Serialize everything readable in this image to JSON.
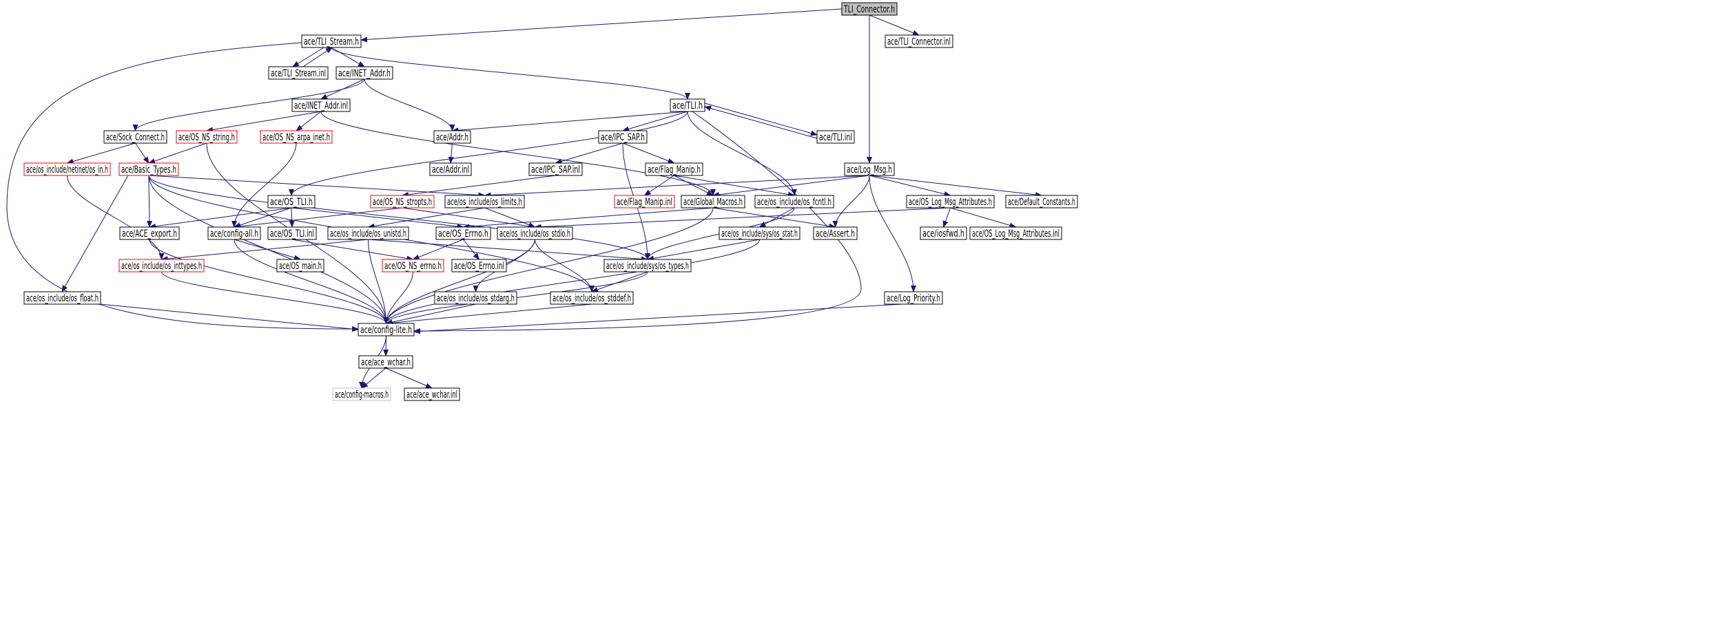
{
  "diagram": {
    "nodes": [
      {
        "id": "tli_connector_h",
        "label": "TLI_Connector.h",
        "style": "root"
      },
      {
        "id": "tli_stream_h",
        "label": "ace/TLI_Stream.h",
        "style": "normal"
      },
      {
        "id": "tli_connector_inl",
        "label": "ace/TLI_Connector.inl",
        "style": "normal"
      },
      {
        "id": "tli_stream_inl",
        "label": "ace/TLI_Stream.inl",
        "style": "normal"
      },
      {
        "id": "inet_addr_h",
        "label": "ace/INET_Addr.h",
        "style": "normal"
      },
      {
        "id": "inet_addr_inl",
        "label": "ace/INET_Addr.inl",
        "style": "normal"
      },
      {
        "id": "tli_h",
        "label": "ace/TLI.h",
        "style": "normal"
      },
      {
        "id": "sock_connect_h",
        "label": "ace/Sock_Connect.h",
        "style": "normal"
      },
      {
        "id": "os_ns_string_h",
        "label": "ace/OS_NS_string.h",
        "style": "truncated"
      },
      {
        "id": "os_ns_arpa_inet_h",
        "label": "ace/OS_NS_arpa_inet.h",
        "style": "truncated"
      },
      {
        "id": "addr_h",
        "label": "ace/Addr.h",
        "style": "normal"
      },
      {
        "id": "ipc_sap_h",
        "label": "ace/IPC_SAP.h",
        "style": "normal"
      },
      {
        "id": "tli_inl",
        "label": "ace/TLI.inl",
        "style": "normal"
      },
      {
        "id": "netinet_os_in_h",
        "label": "ace/os_include/netinet/os_in.h",
        "style": "truncated"
      },
      {
        "id": "basic_types_h",
        "label": "ace/Basic_Types.h",
        "style": "truncated"
      },
      {
        "id": "addr_inl",
        "label": "ace/Addr.inl",
        "style": "normal"
      },
      {
        "id": "ipc_sap_inl",
        "label": "ace/IPC_SAP.inl",
        "style": "normal"
      },
      {
        "id": "flag_manip_h",
        "label": "ace/Flag_Manip.h",
        "style": "normal"
      },
      {
        "id": "log_msg_h",
        "label": "ace/Log_Msg.h",
        "style": "normal"
      },
      {
        "id": "os_tli_h",
        "label": "ace/OS_TLI.h",
        "style": "normal"
      },
      {
        "id": "os_ns_stropts_h",
        "label": "ace/OS_NS_stropts.h",
        "style": "truncated"
      },
      {
        "id": "os_limits_h",
        "label": "ace/os_include/os_limits.h",
        "style": "normal"
      },
      {
        "id": "flag_manip_inl",
        "label": "ace/Flag_Manip.inl",
        "style": "truncated"
      },
      {
        "id": "global_macros_h",
        "label": "ace/Global_Macros.h",
        "style": "normal"
      },
      {
        "id": "os_fcntl_h",
        "label": "ace/os_include/os_fcntl.h",
        "style": "normal"
      },
      {
        "id": "os_log_msg_attributes_h",
        "label": "ace/OS_Log_Msg_Attributes.h",
        "style": "normal"
      },
      {
        "id": "default_constants_h",
        "label": "ace/Default_Constants.h",
        "style": "normal"
      },
      {
        "id": "ace_export_h",
        "label": "ace/ACE_export.h",
        "style": "normal"
      },
      {
        "id": "config_all_h",
        "label": "ace/config-all.h",
        "style": "normal"
      },
      {
        "id": "os_tli_inl",
        "label": "ace/OS_TLI.inl",
        "style": "normal"
      },
      {
        "id": "os_unistd_h",
        "label": "ace/os_include/os_unistd.h",
        "style": "normal"
      },
      {
        "id": "os_errno_h",
        "label": "ace/OS_Errno.h",
        "style": "normal"
      },
      {
        "id": "os_stdio_h",
        "label": "ace/os_include/os_stdio.h",
        "style": "normal"
      },
      {
        "id": "sys_os_stat_h",
        "label": "ace/os_include/sys/os_stat.h",
        "style": "normal"
      },
      {
        "id": "assert_h",
        "label": "ace/Assert.h",
        "style": "normal"
      },
      {
        "id": "iosfwd_h",
        "label": "ace/iosfwd.h",
        "style": "normal"
      },
      {
        "id": "os_log_msg_attributes_inl",
        "label": "ace/OS_Log_Msg_Attributes.inl",
        "style": "normal"
      },
      {
        "id": "os_inttypes_h",
        "label": "ace/os_include/os_inttypes.h",
        "style": "truncated"
      },
      {
        "id": "os_main_h",
        "label": "ace/OS_main.h",
        "style": "normal"
      },
      {
        "id": "os_ns_errno_h",
        "label": "ace/OS_NS_errno.h",
        "style": "truncated"
      },
      {
        "id": "os_errno_inl",
        "label": "ace/OS_Errno.inl",
        "style": "normal"
      },
      {
        "id": "sys_os_types_h",
        "label": "ace/os_include/sys/os_types.h",
        "style": "normal"
      },
      {
        "id": "os_float_h",
        "label": "ace/os_include/os_float.h",
        "style": "normal"
      },
      {
        "id": "os_stdarg_h",
        "label": "ace/os_include/os_stdarg.h",
        "style": "normal"
      },
      {
        "id": "os_stddef_h",
        "label": "ace/os_include/os_stddef.h",
        "style": "normal"
      },
      {
        "id": "log_priority_h",
        "label": "ace/Log_Priority.h",
        "style": "normal"
      },
      {
        "id": "config_lite_h",
        "label": "ace/config-lite.h",
        "style": "normal"
      },
      {
        "id": "ace_wchar_h",
        "label": "ace/ace_wchar.h",
        "style": "normal"
      },
      {
        "id": "config_macros_h",
        "label": "ace/config-macros.h",
        "style": "external"
      },
      {
        "id": "ace_wchar_inl",
        "label": "ace/ace_wchar.inl",
        "style": "normal"
      }
    ],
    "edges": [
      [
        "tli_connector_h",
        "tli_stream_h"
      ],
      [
        "tli_connector_h",
        "tli_connector_inl"
      ],
      [
        "tli_connector_h",
        "log_msg_h"
      ],
      [
        "tli_stream_h",
        "tli_stream_inl"
      ],
      [
        "tli_stream_inl",
        "tli_stream_h"
      ],
      [
        "tli_stream_h",
        "inet_addr_h"
      ],
      [
        "tli_stream_h",
        "tli_h"
      ],
      [
        "tli_stream_h",
        "config_lite_h"
      ],
      [
        "inet_addr_h",
        "sock_connect_h"
      ],
      [
        "inet_addr_h",
        "inet_addr_inl"
      ],
      [
        "inet_addr_h",
        "addr_h"
      ],
      [
        "inet_addr_inl",
        "os_ns_string_h"
      ],
      [
        "inet_addr_inl",
        "os_ns_arpa_inet_h"
      ],
      [
        "inet_addr_inl",
        "global_macros_h"
      ],
      [
        "tli_h",
        "addr_h"
      ],
      [
        "tli_h",
        "ipc_sap_h"
      ],
      [
        "tli_h",
        "tli_inl"
      ],
      [
        "tli_inl",
        "tli_h"
      ],
      [
        "tli_h",
        "os_tli_h"
      ],
      [
        "tli_h",
        "os_fcntl_h"
      ],
      [
        "tli_h",
        "config_lite_h"
      ],
      [
        "sock_connect_h",
        "netinet_os_in_h"
      ],
      [
        "sock_connect_h",
        "basic_types_h"
      ],
      [
        "os_ns_string_h",
        "basic_types_h"
      ],
      [
        "os_ns_string_h",
        "config_lite_h"
      ],
      [
        "os_ns_arpa_inet_h",
        "config_all_h"
      ],
      [
        "addr_h",
        "addr_inl"
      ],
      [
        "ipc_sap_h",
        "ipc_sap_inl"
      ],
      [
        "ipc_sap_h",
        "flag_manip_h"
      ],
      [
        "ipc_sap_h",
        "sys_os_types_h"
      ],
      [
        "ipc_sap_inl",
        "os_ns_stropts_h"
      ],
      [
        "flag_manip_h",
        "flag_manip_inl"
      ],
      [
        "flag_manip_h",
        "global_macros_h"
      ],
      [
        "flag_manip_h",
        "os_fcntl_h"
      ],
      [
        "netinet_os_in_h",
        "os_inttypes_h"
      ],
      [
        "basic_types_h",
        "ace_export_h"
      ],
      [
        "basic_types_h",
        "os_limits_h"
      ],
      [
        "basic_types_h",
        "os_float_h"
      ],
      [
        "basic_types_h",
        "config_lite_h"
      ],
      [
        "basic_types_h",
        "sys_os_types_h"
      ],
      [
        "basic_types_h",
        "os_stddef_h"
      ],
      [
        "log_msg_h",
        "global_macros_h"
      ],
      [
        "log_msg_h",
        "os_limits_h"
      ],
      [
        "log_msg_h",
        "os_log_msg_attributes_h"
      ],
      [
        "log_msg_h",
        "default_constants_h"
      ],
      [
        "log_msg_h",
        "assert_h"
      ],
      [
        "log_msg_h",
        "log_priority_h"
      ],
      [
        "os_tli_h",
        "ace_export_h"
      ],
      [
        "os_tli_h",
        "config_all_h"
      ],
      [
        "os_tli_h",
        "os_tli_inl"
      ],
      [
        "os_tli_h",
        "os_errno_h"
      ],
      [
        "os_ns_stropts_h",
        "config_all_h"
      ],
      [
        "os_ns_stropts_h",
        "os_stdio_h"
      ],
      [
        "os_limits_h",
        "os_unistd_h"
      ],
      [
        "os_limits_h",
        "os_stdio_h"
      ],
      [
        "global_macros_h",
        "os_errno_h"
      ],
      [
        "global_macros_h",
        "assert_h"
      ],
      [
        "global_macros_h",
        "config_lite_h"
      ],
      [
        "os_fcntl_h",
        "sys_os_stat_h"
      ],
      [
        "os_fcntl_h",
        "sys_os_types_h"
      ],
      [
        "os_log_msg_attributes_h",
        "iosfwd_h"
      ],
      [
        "os_log_msg_attributes_h",
        "os_log_msg_attributes_inl"
      ],
      [
        "os_log_msg_attributes_h",
        "os_stdio_h"
      ],
      [
        "ace_export_h",
        "config_lite_h"
      ],
      [
        "config_all_h",
        "os_main_h"
      ],
      [
        "config_all_h",
        "config_lite_h"
      ],
      [
        "os_tli_inl",
        "os_ns_errno_h"
      ],
      [
        "os_unistd_h",
        "os_inttypes_h"
      ],
      [
        "os_unistd_h",
        "sys_os_types_h"
      ],
      [
        "os_unistd_h",
        "config_lite_h"
      ],
      [
        "os_errno_h",
        "os_ns_errno_h"
      ],
      [
        "os_errno_h",
        "os_errno_inl"
      ],
      [
        "os_stdio_h",
        "os_stdarg_h"
      ],
      [
        "os_stdio_h",
        "os_stddef_h"
      ],
      [
        "os_stdio_h",
        "config_lite_h"
      ],
      [
        "sys_os_stat_h",
        "sys_os_types_h"
      ],
      [
        "sys_os_stat_h",
        "config_lite_h"
      ],
      [
        "os_inttypes_h",
        "config_lite_h"
      ],
      [
        "os_ns_errno_h",
        "config_lite_h"
      ],
      [
        "sys_os_types_h",
        "os_stddef_h"
      ],
      [
        "sys_os_types_h",
        "config_lite_h"
      ],
      [
        "os_float_h",
        "config_lite_h"
      ],
      [
        "os_stdarg_h",
        "config_lite_h"
      ],
      [
        "os_stddef_h",
        "config_lite_h"
      ],
      [
        "log_priority_h",
        "config_lite_h"
      ],
      [
        "config_lite_h",
        "ace_wchar_h"
      ],
      [
        "config_lite_h",
        "config_macros_h"
      ],
      [
        "ace_wchar_h",
        "config_macros_h"
      ],
      [
        "ace_wchar_h",
        "ace_wchar_inl"
      ]
    ]
  },
  "colors": {
    "edge": "#191970",
    "node_border": "#000000",
    "truncated_border": "#ff0000",
    "external_border": "#bfbfbf",
    "root_fill": "#bfbfbf",
    "node_fill": "#ffffff"
  }
}
